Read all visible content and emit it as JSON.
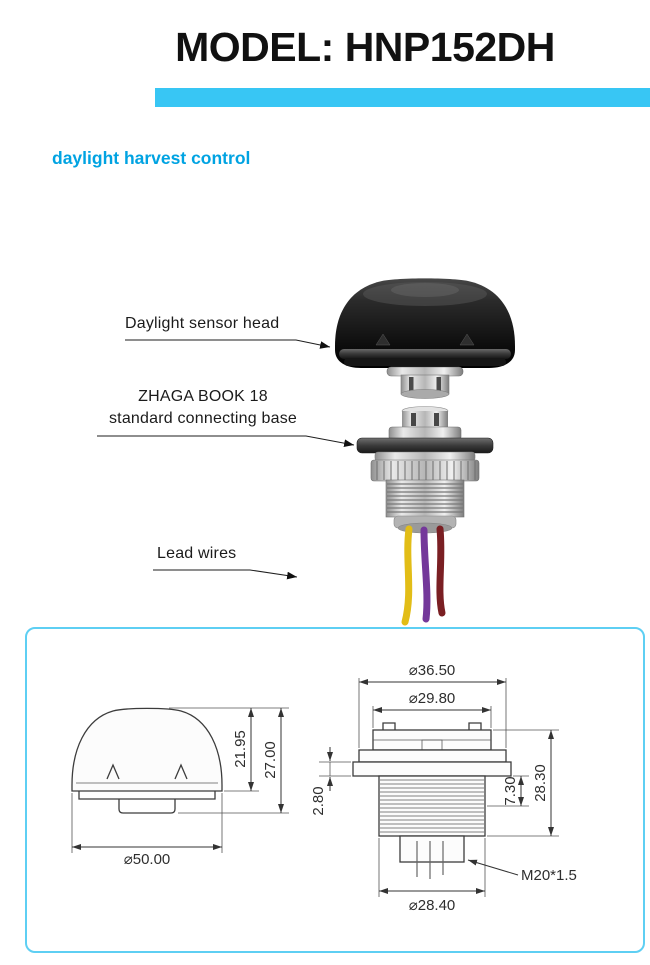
{
  "header": {
    "title": "MODEL: HNP152DH",
    "subtitle": "daylight harvest control"
  },
  "callouts": {
    "sensor_head": "Daylight sensor head",
    "base_line1": "ZHAGA BOOK 18",
    "base_line2": "standard connecting base",
    "lead_wires": "Lead wires"
  },
  "dimensions": {
    "side_view": {
      "height_to_base": "21.95",
      "height_total": "27.00",
      "diameter": "⌀50.00"
    },
    "section_view": {
      "top_outer_diameter": "⌀36.50",
      "top_inner_diameter": "⌀29.80",
      "flange_thickness": "2.80",
      "thread_section": "7.30",
      "body_height": "28.30",
      "thread_diameter": "⌀28.40",
      "thread_spec": "M20*1.5"
    }
  },
  "colors": {
    "accent_bar": "#38c6f4",
    "subtitle_text": "#00a3e2",
    "panel_border": "#5ecff3",
    "wire_yellow": "#e2bd17",
    "wire_purple": "#74389a",
    "wire_maroon": "#7a1f23"
  }
}
